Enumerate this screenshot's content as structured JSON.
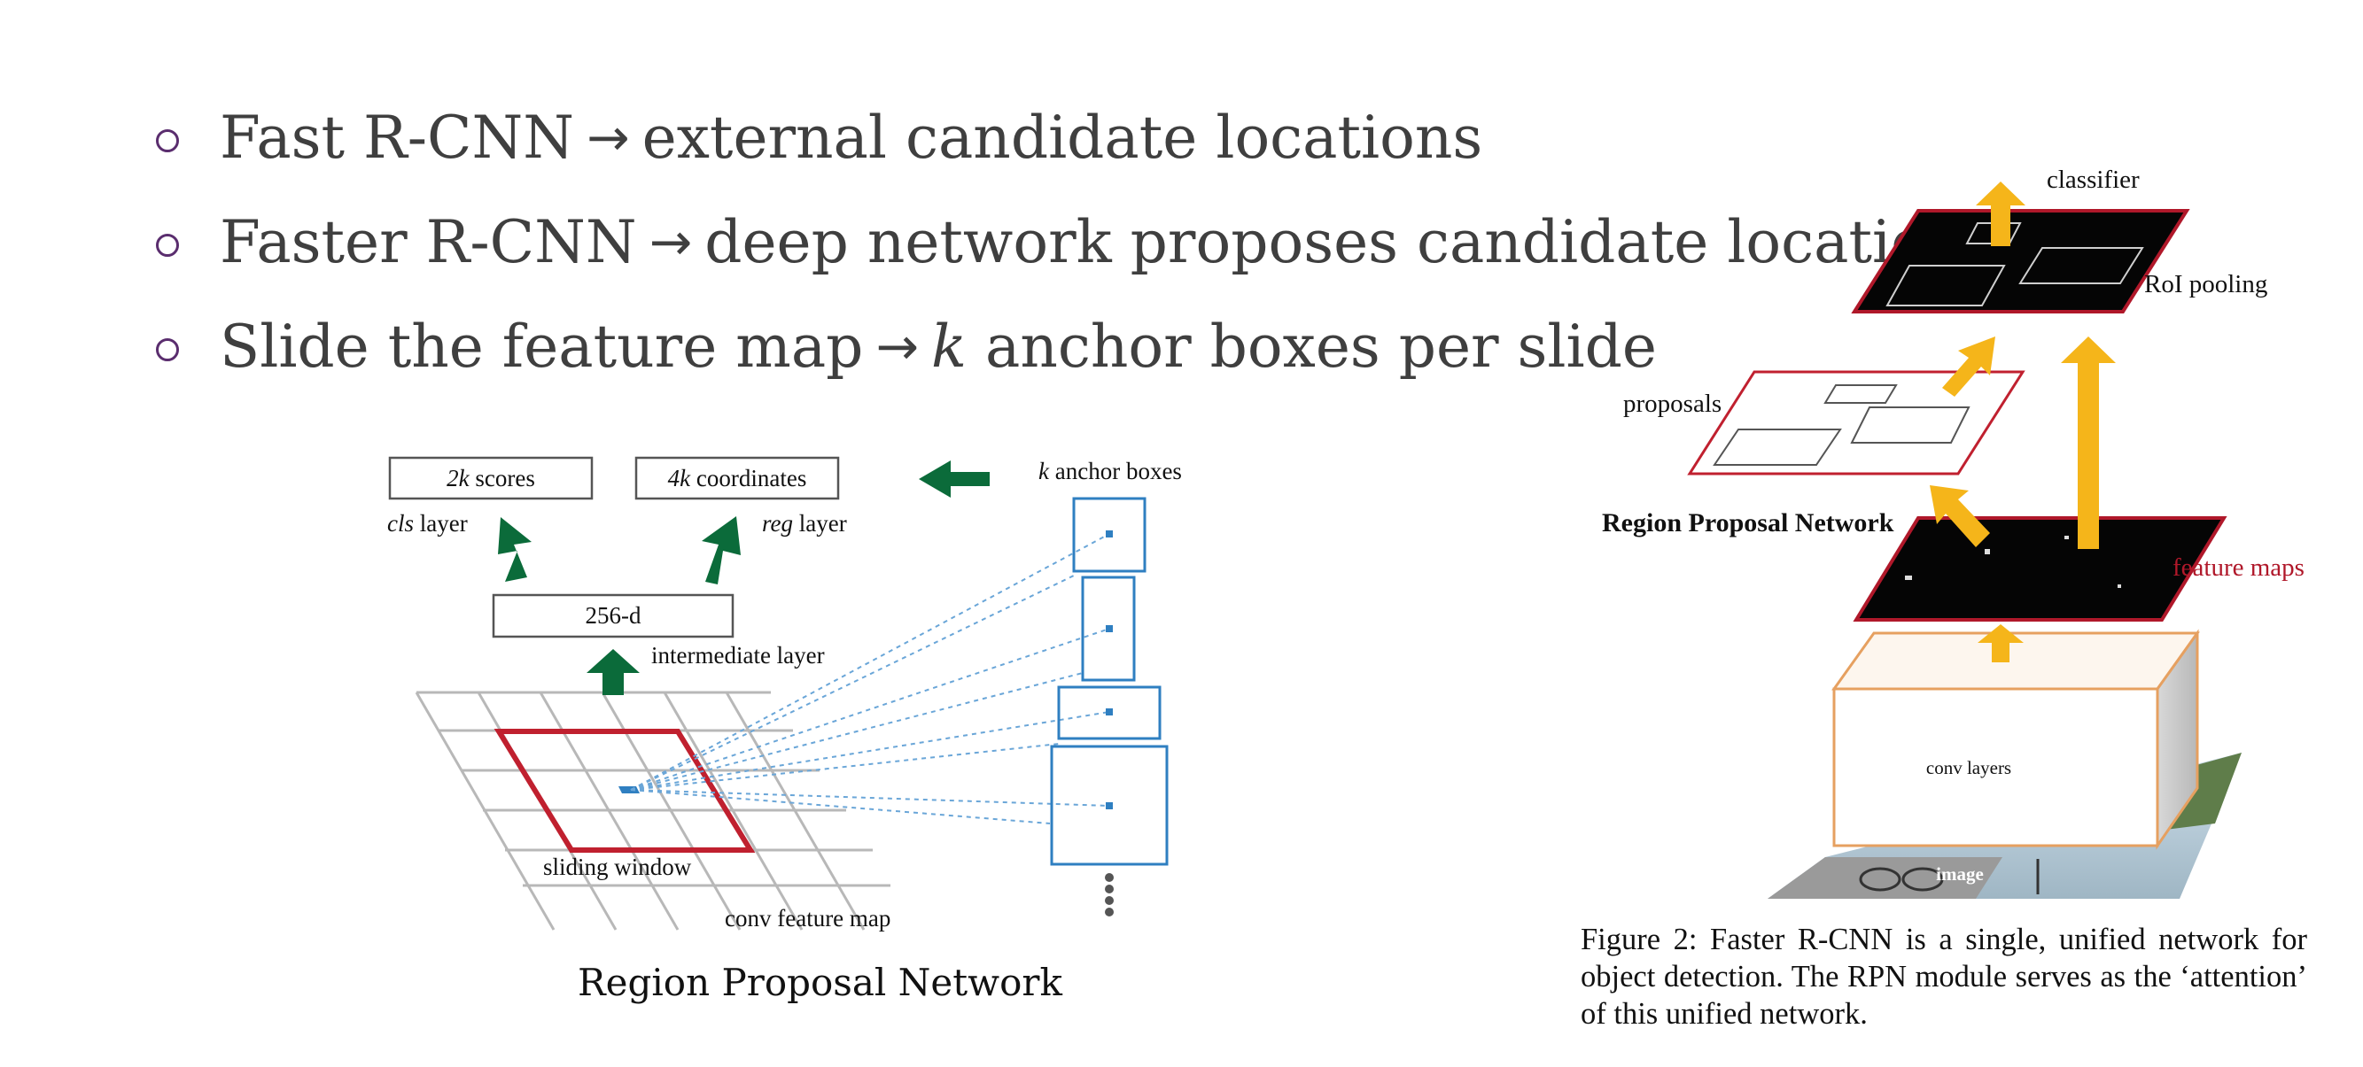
{
  "bullets": [
    {
      "before": "Fast R-CNN",
      "arrow": "→",
      "after": "external candidate locations"
    },
    {
      "before": "Faster R-CNN",
      "arrow": "→",
      "after": "deep network proposes candidate locations"
    },
    {
      "before": "Slide the feature map",
      "arrow": "→",
      "k": "k",
      "after": "anchor boxes per slide"
    }
  ],
  "rpn_figure": {
    "cls_box_k": "2k",
    "cls_box_rest": " scores",
    "reg_box_k": "4k",
    "reg_box_rest": " coordinates",
    "cls_layer_ital": "cls",
    "cls_layer_rest": " layer",
    "reg_layer_ital": "reg",
    "reg_layer_rest": " layer",
    "anchor_k": "k",
    "anchor_rest": " anchor boxes",
    "intermediate_box": "256-d",
    "intermediate_label": "intermediate layer",
    "sliding_window": "sliding window",
    "conv_feature_map": "conv feature map",
    "caption": "Region Proposal Network"
  },
  "faster_rcnn_figure": {
    "classifier": "classifier",
    "roi_pooling": "RoI pooling",
    "proposals": "proposals",
    "rpn_label": "Region Proposal Network",
    "feature_maps": "feature maps",
    "conv_layers": "conv layers",
    "image": "image",
    "caption": "Figure 2: Faster R-CNN is a single, unified network for object detection. The RPN module serves as the ‘attention’ of this unified network."
  },
  "colors": {
    "bullet_text": "#3f3f3f",
    "bullet_marker": "#5a2d6e",
    "green_arrow": "#0b6b3a",
    "red_window": "#c0202f",
    "anchor_blue": "#2f7fc1",
    "yellow_arrow": "#f5b51a",
    "feature_red": "#b0182a",
    "conv_box_orange": "#e6a060"
  }
}
